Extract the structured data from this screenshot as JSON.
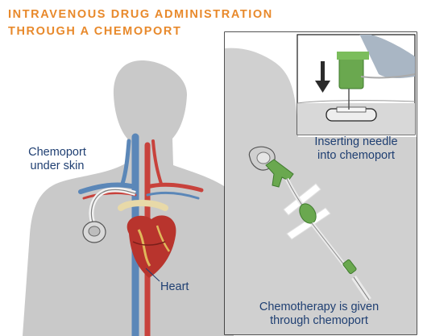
{
  "title": {
    "line1": "INTRAVENOUS DRUG ADMINISTRATION",
    "line2": "THROUGH A CHEMOPORT"
  },
  "labels": {
    "chemoport_under_skin": [
      "Chemoport",
      "under skin"
    ],
    "heart": "Heart",
    "inserting_needle": [
      "Inserting needle",
      "into chemoport"
    ],
    "chemotherapy_given": [
      "Chemotherapy is given",
      "through chemoport"
    ]
  },
  "colors": {
    "title": "#e8892b",
    "label_text": "#1f3f72",
    "silhouette": "#c9c9c9",
    "inset_background": "#d8d8d8",
    "inset_border": "#1a1a1a",
    "needle_green": "#6aa84f",
    "glove_blue": "#a9b6c4",
    "artery_red": "#c8423c",
    "vein_blue": "#5b87b8",
    "heart_red": "#b8342d"
  },
  "icons": [
    "down-arrow-icon",
    "chemoport-device-icon",
    "needle-hub-icon",
    "syringe-icon"
  ]
}
